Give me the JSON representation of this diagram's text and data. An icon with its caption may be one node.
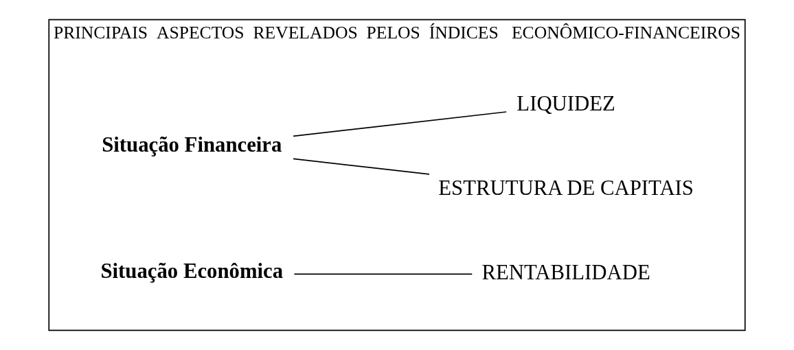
{
  "diagram": {
    "nodes": [
      {
        "text": [
          "PRINCIPAIS  ASPECTOS  REVELADOS  PELOS  ÍNDICES   ECONÔMICO-FINANCEIROS"
        ]
      },
      {
        "text": [
          "Situação Financeira"
        ],
        "in": 0
      },
      {
        "text": [
          "ESTRUTURA DE CAPITAIS"
        ],
        "in": 0
      },
      {
        "text": [
          "LIQUIDEZ"
        ],
        "in": 0
      },
      {
        "text": [
          "Situação Econômica"
        ],
        "in": 0
      },
      {
        "text": [
          "RENTABILIDADE"
        ],
        "in": 0
      }
    ],
    "edges": [
      {
        "from": 1,
        "to": 2,
        "arrow": "none"
      },
      {
        "from": 1,
        "to": 3,
        "arrow": "none"
      },
      {
        "from": 4,
        "to": 5,
        "arrow": "none"
      }
    ]
  }
}
